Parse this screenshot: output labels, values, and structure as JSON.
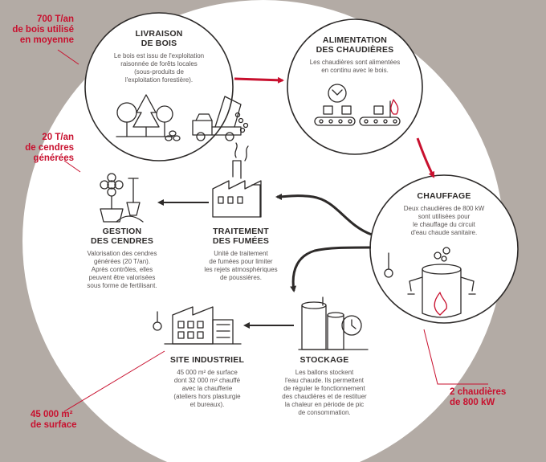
{
  "colors": {
    "background": "#b3aba5",
    "circle": "#ffffff",
    "accent": "#c8102e",
    "ink": "#2d2a29"
  },
  "stats": {
    "bois": "700 T/an\nde bois utilisé\nen moyenne",
    "cendres": "20 T/an\nde cendres\ngénérées",
    "surface": "45 000 m²\nde surface",
    "chaudieres": "2 chaudières\nde 800 kW"
  },
  "steps": {
    "livraison": {
      "title": "LIVRAISON\nDE BOIS",
      "text": "Le bois est issu de l'exploitation\nraisonnée de forêts locales\n(sous-produits de\nl'exploitation forestière)."
    },
    "alimentation": {
      "title": "ALIMENTATION\nDES CHAUDIÈRES",
      "text": "Les chaudières sont alimentées\nen continu avec le bois."
    },
    "chauffage": {
      "title": "CHAUFFAGE",
      "text": "Deux chaudières de 800 kW\nsont utilisées pour\nle chauffage du circuit\nd'eau chaude sanitaire."
    },
    "traitement": {
      "title": "TRAITEMENT\nDES FUMÉES",
      "text": "Unité de traitement\nde fumées pour limiter\nles rejets atmosphériques\nde poussières."
    },
    "gestion": {
      "title": "GESTION\nDES CENDRES",
      "text": "Valorisation des cendres\ngénérées (20 T/an).\nAprès contrôles, elles\npeuvent être valorisées\nsous forme de fertilisant."
    },
    "stockage": {
      "title": "STOCKAGE",
      "text": "Les ballons stockent\nl'eau chaude. Ils permettent\nde réguler le fonctionnement\ndes chaudières et de restituer\nla chaleur en période de pic\nde consommation."
    },
    "site": {
      "title": "SITE INDUSTRIEL",
      "text": "45 000 m² de surface\ndont 32 000 m² chauffé\navec la chaufferie\n(ateliers hors plasturgie\net bureaux)."
    }
  }
}
